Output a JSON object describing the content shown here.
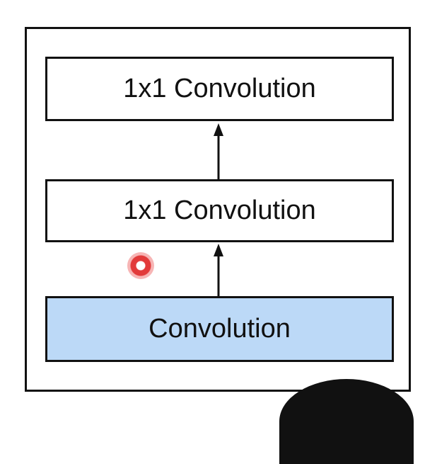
{
  "diagram": {
    "blocks": [
      {
        "id": "top",
        "label": "1x1 Convolution"
      },
      {
        "id": "middle",
        "label": "1x1 Convolution"
      },
      {
        "id": "bottom",
        "label": "Convolution"
      }
    ],
    "colors": {
      "highlight_fill": "#bcd9f7",
      "border": "#111111",
      "cursor": "#e23a3a"
    }
  }
}
